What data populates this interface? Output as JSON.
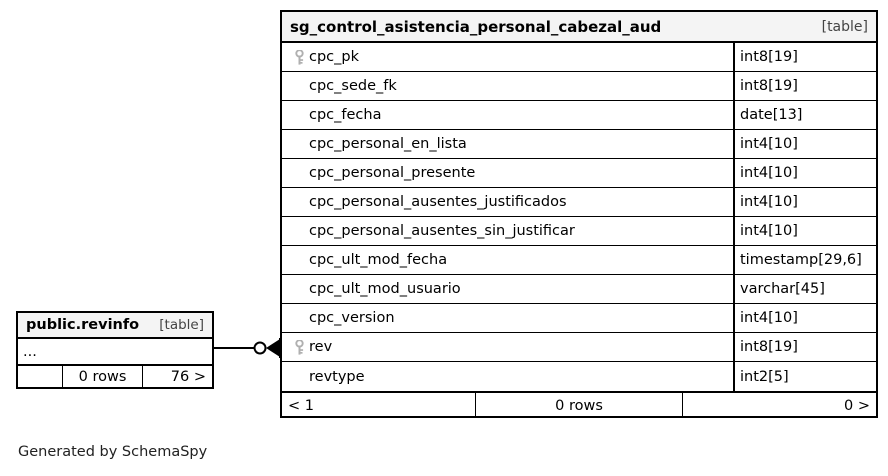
{
  "diagram": {
    "generator_credit": "Generated by SchemaSpy"
  },
  "main_table": {
    "title": "sg_control_asistencia_personal_cabezal_aud",
    "tag": "[table]",
    "columns": [
      {
        "name": "cpc_pk",
        "type": "int8[19]",
        "key": "primary-key-icon"
      },
      {
        "name": "cpc_sede_fk",
        "type": "int8[19]",
        "key": ""
      },
      {
        "name": "cpc_fecha",
        "type": "date[13]",
        "key": ""
      },
      {
        "name": "cpc_personal_en_lista",
        "type": "int4[10]",
        "key": ""
      },
      {
        "name": "cpc_personal_presente",
        "type": "int4[10]",
        "key": ""
      },
      {
        "name": "cpc_personal_ausentes_justificados",
        "type": "int4[10]",
        "key": ""
      },
      {
        "name": "cpc_personal_ausentes_sin_justificar",
        "type": "int4[10]",
        "key": ""
      },
      {
        "name": "cpc_ult_mod_fecha",
        "type": "timestamp[29,6]",
        "key": ""
      },
      {
        "name": "cpc_ult_mod_usuario",
        "type": "varchar[45]",
        "key": ""
      },
      {
        "name": "cpc_version",
        "type": "int4[10]",
        "key": ""
      },
      {
        "name": "rev",
        "type": "int8[19]",
        "key": "primary-key-icon"
      },
      {
        "name": "revtype",
        "type": "int2[5]",
        "key": ""
      }
    ],
    "footer": {
      "left": "< 1",
      "middle": "0 rows",
      "right": "0 >"
    }
  },
  "rev_table": {
    "title": "public.revinfo",
    "tag": "[table]",
    "ellipsis_row": "...",
    "footer": {
      "left": "",
      "middle": "0 rows",
      "right": "76 >"
    }
  },
  "relationship": {
    "from": "public.revinfo",
    "to": "sg_control_asistencia_personal_cabezal_aud",
    "to_column": "rev",
    "icon": "crowsfoot-zero-or-many-connector"
  },
  "colors": {
    "border": "#000000",
    "header_bg": "#f4f4f4",
    "key_icon": "#b0b0b0",
    "text": "#000000"
  }
}
